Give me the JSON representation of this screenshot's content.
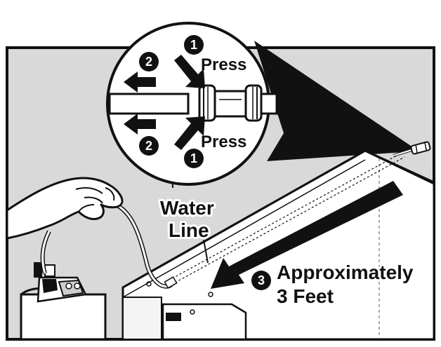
{
  "labels": {
    "press_top": "Press",
    "press_bottom": "Press",
    "water": "Water",
    "line": "Line",
    "approx_line1": "Approximately",
    "approx_line2": "3 Feet"
  },
  "step_markers": {
    "step1_top": "1",
    "step2_top": "2",
    "step2_bottom": "2",
    "step1_bottom": "1",
    "step3": "3"
  },
  "colors": {
    "wall": "#d9d9d9",
    "outline": "#111111",
    "marker_fill": "#111111",
    "marker_text": "#ffffff",
    "panel_fill": "#ffffff"
  }
}
